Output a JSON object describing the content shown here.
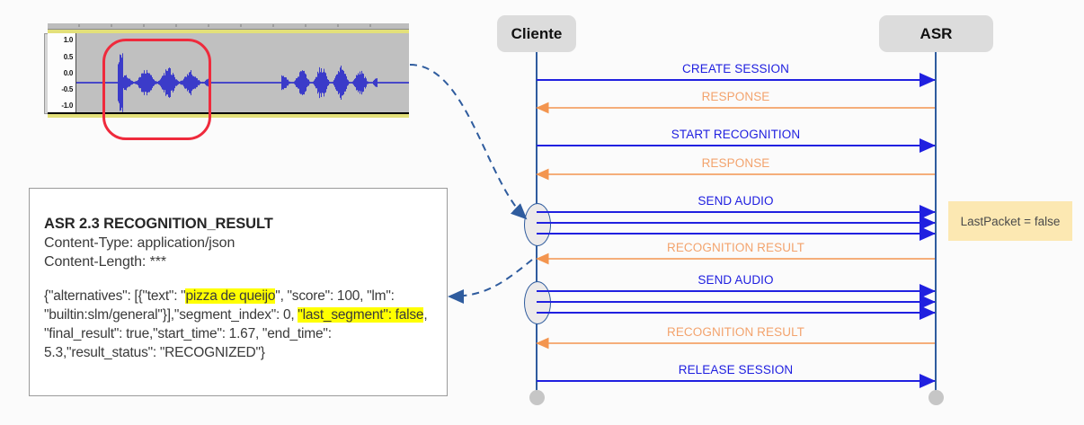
{
  "background_color": "#fbfbfb",
  "waveform": {
    "name": "audio-waveform",
    "y_axis_labels": [
      "1.0",
      "0.5",
      "0.0",
      "-0.5",
      "-1.0"
    ],
    "y_range": [
      -1.0,
      1.0
    ],
    "wave_color": "#3b3bc9",
    "panel_background": "#c0c0c0",
    "selection": {
      "label": "waveform-selection",
      "color": "#ef2a3c",
      "covers": "first utterance segment"
    }
  },
  "json_note": {
    "title": "ASR 2.3 RECOGNITION_RESULT",
    "headers": [
      "Content-Type: application/json",
      "Content-Length: ***"
    ],
    "payload_segments": [
      {
        "text": "{\"alternatives\": [{\"text\": \"",
        "highlight": false
      },
      {
        "text": "pizza de queijo",
        "highlight": true
      },
      {
        "text": "\", \"score\": 100, \"lm\": \"builtin:slm/general\"}],\"segment_index\": 0, ",
        "highlight": false
      },
      {
        "text": "\"last_segment\": false",
        "highlight": true
      },
      {
        "text": ", \"final_result\": true,\"start_time\": 1.67, \"end_time\": 5.3,\"result_status\": \"RECOGNIZED\"}",
        "highlight": false
      }
    ],
    "highlight_color": "#ffff00",
    "values": {
      "text": "pizza de queijo",
      "score": 100,
      "lm": "builtin:slm/general",
      "segment_index": 0,
      "last_segment": "false",
      "final_result": "true",
      "start_time": 1.67,
      "end_time": 5.3,
      "result_status": "RECOGNIZED"
    }
  },
  "sequence": {
    "actors": [
      {
        "id": "cliente",
        "label": "Cliente"
      },
      {
        "id": "asr",
        "label": "ASR"
      }
    ],
    "request_color": "#2020e0",
    "response_color": "#f3a36d",
    "messages": [
      {
        "label": "CREATE SESSION",
        "direction": "right",
        "kind": "request",
        "lines": 1
      },
      {
        "label": "RESPONSE",
        "direction": "left",
        "kind": "response",
        "lines": 1
      },
      {
        "label": "START RECOGNITION",
        "direction": "right",
        "kind": "request",
        "lines": 1
      },
      {
        "label": "RESPONSE",
        "direction": "left",
        "kind": "response",
        "lines": 1
      },
      {
        "label": "SEND AUDIO",
        "direction": "right",
        "kind": "request",
        "lines": 3
      },
      {
        "label": "RECOGNITION RESULT",
        "direction": "left",
        "kind": "response",
        "lines": 1
      },
      {
        "label": "SEND AUDIO",
        "direction": "right",
        "kind": "request",
        "lines": 3
      },
      {
        "label": "RECOGNITION RESULT",
        "direction": "left",
        "kind": "response",
        "lines": 1
      },
      {
        "label": "RELEASE SESSION",
        "direction": "right",
        "kind": "request",
        "lines": 1
      }
    ],
    "note": {
      "label": "LastPacket = false",
      "background": "#fce8b2"
    }
  },
  "connectors": [
    {
      "name": "waveform-to-first-audio",
      "style": "dashed",
      "color": "#2f5c9e"
    },
    {
      "name": "recognition-result-to-json-note",
      "style": "dashed",
      "color": "#2f5c9e"
    }
  ]
}
